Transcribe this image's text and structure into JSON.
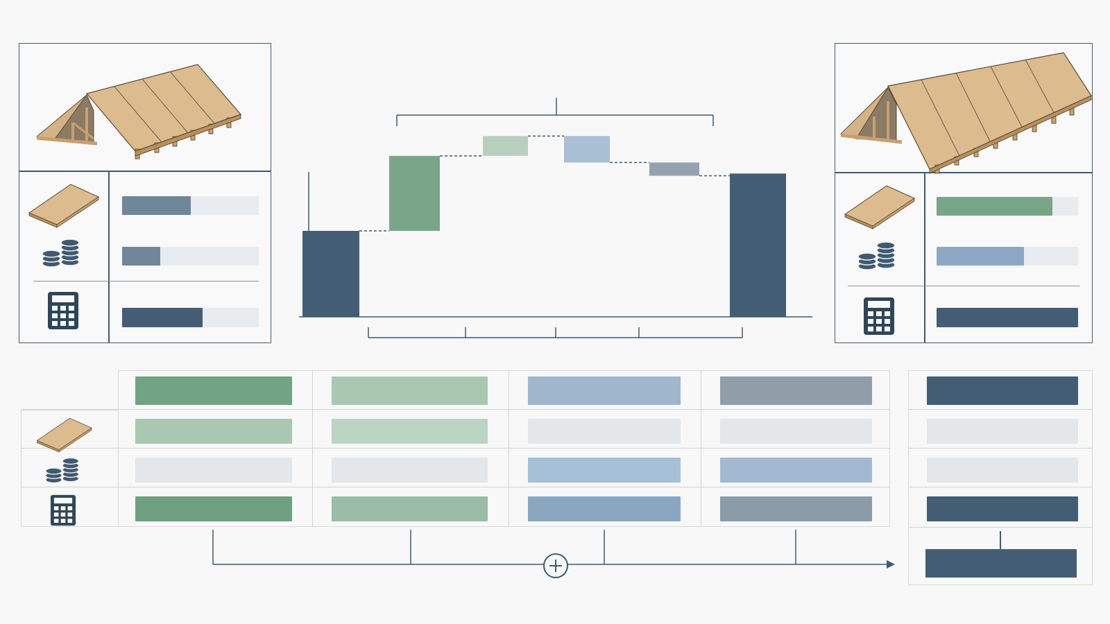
{
  "colors": {
    "navy": "#435e74",
    "green_dark": "#79a688",
    "green_light": "#b7cfbf",
    "blue_light": "#a9bfd3",
    "gray_blue": "#93a2ae",
    "track": "#e7eaed",
    "line": "#3d5a70",
    "wood": "#d9b68a"
  },
  "icons": {
    "roof_small": "roof-truss-illustration",
    "roof_large": "roof-truss-illustration",
    "sheet": "plywood-sheet-icon",
    "coins": "coin-stack-icon",
    "calculator": "calculator-icon",
    "plus": "plus-circle-icon"
  },
  "left_panel": {
    "metrics": [
      {
        "name": "sheathing",
        "fill": 0.5,
        "color": "#6f879b"
      },
      {
        "name": "cost",
        "fill": 0.28,
        "color": "#72869a"
      },
      {
        "name": "total",
        "fill": 0.59,
        "color": "#435e74"
      }
    ]
  },
  "right_panel": {
    "metrics": [
      {
        "name": "sheathing",
        "fill": 0.82,
        "color": "#79a688"
      },
      {
        "name": "cost",
        "fill": 0.62,
        "color": "#8ea8c3"
      },
      {
        "name": "total",
        "fill": 1.0,
        "color": "#435e74"
      }
    ]
  },
  "chart_data": {
    "type": "bar",
    "subtype": "waterfall",
    "ylim": [
      0,
      100
    ],
    "steps": [
      {
        "kind": "total",
        "start": 0,
        "end": 39,
        "color": "#435e74"
      },
      {
        "kind": "delta",
        "start": 39,
        "end": 73,
        "color": "#79a688"
      },
      {
        "kind": "delta",
        "start": 73,
        "end": 82,
        "color": "#b7cfbf"
      },
      {
        "kind": "delta",
        "start": 70,
        "end": 82,
        "color": "#a9bfd3"
      },
      {
        "kind": "delta",
        "start": 64,
        "end": 70,
        "color": "#93a2ae"
      },
      {
        "kind": "total",
        "start": 0,
        "end": 65,
        "color": "#435e74"
      }
    ]
  },
  "matrix": {
    "columns": [
      {
        "header": "#72a383",
        "rows": [
          "#a9c8b2",
          "#e3e7ea",
          "#6fa07f"
        ]
      },
      {
        "header": "#a9c8b2",
        "rows": [
          "#bcd4c3",
          "#e3e7ea",
          "#9bbca7"
        ]
      },
      {
        "header": "#9fb6cc",
        "rows": [
          "#e3e7ea",
          "#a5bfd7",
          "#8aa7c2"
        ]
      },
      {
        "header": "#8f9ea9",
        "rows": [
          "#e3e7ea",
          "#a2bad1",
          "#8b9ba8"
        ]
      }
    ],
    "result_column": {
      "header": "#435e74",
      "rows": [
        "#e3e7ea",
        "#e3e7ea",
        "#435e74"
      ],
      "sum": "#435e74"
    }
  }
}
